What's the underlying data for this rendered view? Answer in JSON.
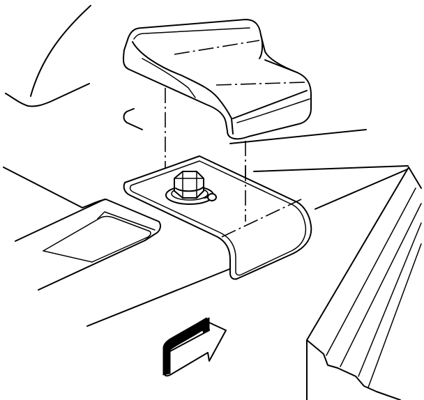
{
  "figure": {
    "components": [
      "trim-panel",
      "spacer-block",
      "mounting-bracket",
      "hex-bolt",
      "washer",
      "direction-arrow",
      "side-wall"
    ],
    "colors": {
      "line": "#000000",
      "background": "#ffffff"
    },
    "icons": {
      "arrow": "curved-arrow-icon"
    }
  }
}
